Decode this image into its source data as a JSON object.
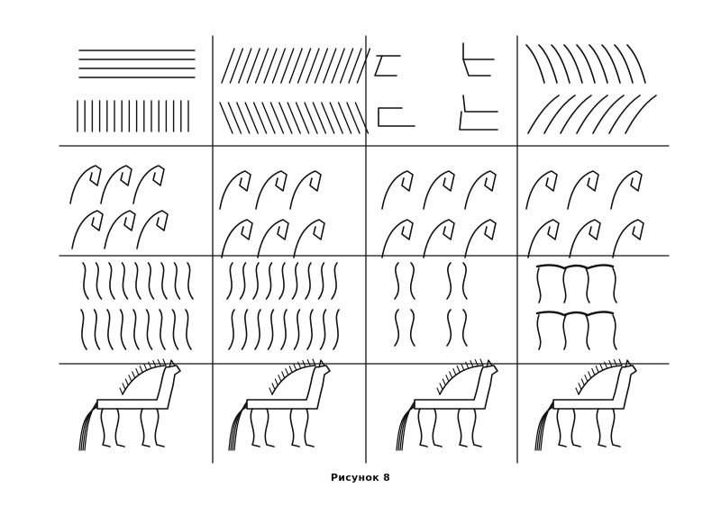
{
  "figure": {
    "caption": "Рисунок 8",
    "rows": [
      {
        "row": 1,
        "cells": [
          "parallel-strokes",
          "slanted-strokes",
          "bracket-shapes",
          "curved-strokes"
        ]
      },
      {
        "row": 2,
        "cells": [
          "mane-hooks",
          "mane-hooks",
          "mane-hooks",
          "mane-hooks"
        ]
      },
      {
        "row": 3,
        "cells": [
          "s-waves",
          "s-waves",
          "leg-pairs",
          "leg-groups"
        ]
      },
      {
        "row": 4,
        "cells": [
          "horse",
          "horse",
          "horse",
          "horse"
        ]
      }
    ],
    "colors": {
      "ink": "#111111",
      "paper": "#ffffff"
    }
  }
}
